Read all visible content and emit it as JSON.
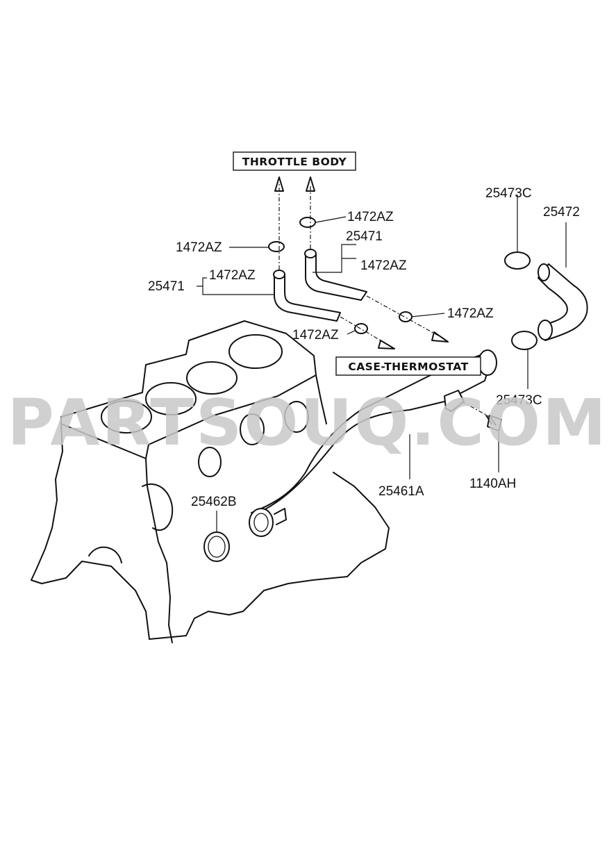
{
  "watermark": "PARTSOUQ.COM",
  "callouts": {
    "throttle_body": "THROTTLE BODY",
    "case_thermostat": "CASE-THERMOSTAT"
  },
  "part_labels": {
    "clamp_upper_right": "1472AZ",
    "hose_right_ref": "25471",
    "clamp_right_bracket": "1472AZ",
    "clamp_left_upper": "1472AZ",
    "hose_left_ref": "25471",
    "clamp_left_bracket": "1472AZ",
    "clamp_mid_right": "1472AZ",
    "clamp_mid_left": "1472AZ",
    "hose_clamp_top": "25473C",
    "radiator_hose": "25472",
    "hose_clamp_bottom": "25473C",
    "water_pipe": "25461A",
    "oring": "25462B",
    "bolt": "1140AH"
  }
}
